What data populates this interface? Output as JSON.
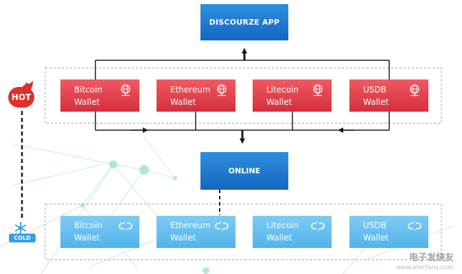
{
  "app": {
    "label": "DISCOURZE APP"
  },
  "online": {
    "label": "ONLINE"
  },
  "hot": {
    "badge": "HOT",
    "wallets": [
      {
        "name": "Bitcoin",
        "type": "Wallet",
        "icon": "globe-icon"
      },
      {
        "name": "Ethereum",
        "type": "Wallet",
        "icon": "globe-icon"
      },
      {
        "name": "Litecoin",
        "type": "Wallet",
        "icon": "globe-icon"
      },
      {
        "name": "USDB",
        "type": "Wallet",
        "icon": "globe-icon"
      }
    ]
  },
  "cold": {
    "badge": "COLD",
    "wallets": [
      {
        "name": "Bitcoin",
        "type": "Wallet",
        "icon": "unlink-icon"
      },
      {
        "name": "Ethereum",
        "type": "Wallet",
        "icon": "unlink-icon"
      },
      {
        "name": "Litecoin",
        "type": "Wallet",
        "icon": "unlink-icon"
      },
      {
        "name": "USDB",
        "type": "Wallet",
        "icon": "unlink-icon"
      }
    ]
  },
  "watermark": {
    "text": "电子发烧友",
    "sub": "www.elecfans.com"
  },
  "colors": {
    "hot": "#e0303b",
    "cold": "#5cb8ec",
    "app": "#1e78d0",
    "lines": "#1a1a1a",
    "network": "#8fd8c4"
  }
}
